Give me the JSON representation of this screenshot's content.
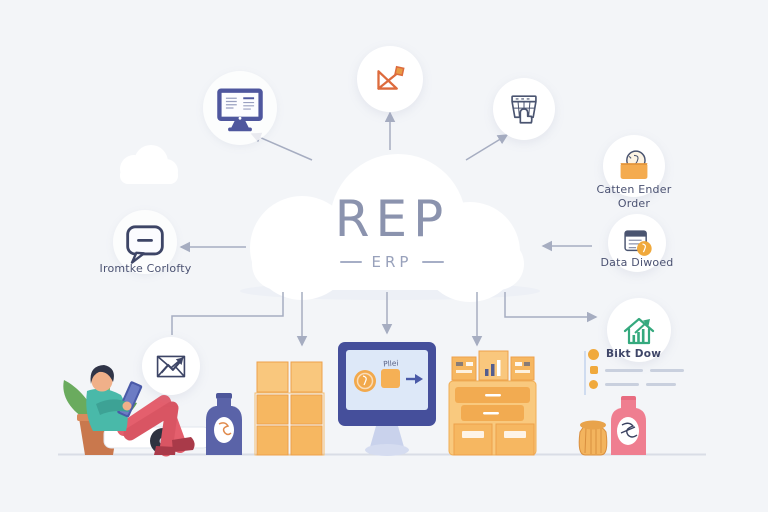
{
  "cloud": {
    "title": "REP",
    "subtitle": "ERP"
  },
  "nodes": {
    "monitor": {
      "icon": "monitor-icon"
    },
    "growth_chart": {
      "icon": "growth-chart-icon"
    },
    "cart": {
      "icon": "cart-icon"
    },
    "order": {
      "icon": "order-envelope-icon",
      "label1": "Catten Ender",
      "label2": "Order"
    },
    "data": {
      "icon": "data-card-icon",
      "label": "Data Diwoed"
    },
    "house": {
      "icon": "house-growth-icon"
    },
    "chat": {
      "icon": "chat-bubble-icon",
      "label": "Iromtke Corlofty"
    },
    "mail": {
      "icon": "mail-trend-icon"
    }
  },
  "list": {
    "title": "Bikt Dow"
  },
  "monitor_screen": {
    "tag": "Pllei"
  },
  "colors": {
    "background": "#f3f5f8",
    "cloud_white": "#ffffff",
    "title_gray_blue": "#8b93ae",
    "arrow_gray": "#a6adc1",
    "accent_orange": "#f2a64a",
    "accent_orange_light": "#f9c77d",
    "indigo": "#474f9b",
    "teal_shirt": "#49b9a9",
    "pants_red": "#e45f6d",
    "house_green": "#35a97e",
    "outline_navy": "#3d4566",
    "bottle_navy": "#5a63a8",
    "bottle_pink": "#ef7e90"
  }
}
